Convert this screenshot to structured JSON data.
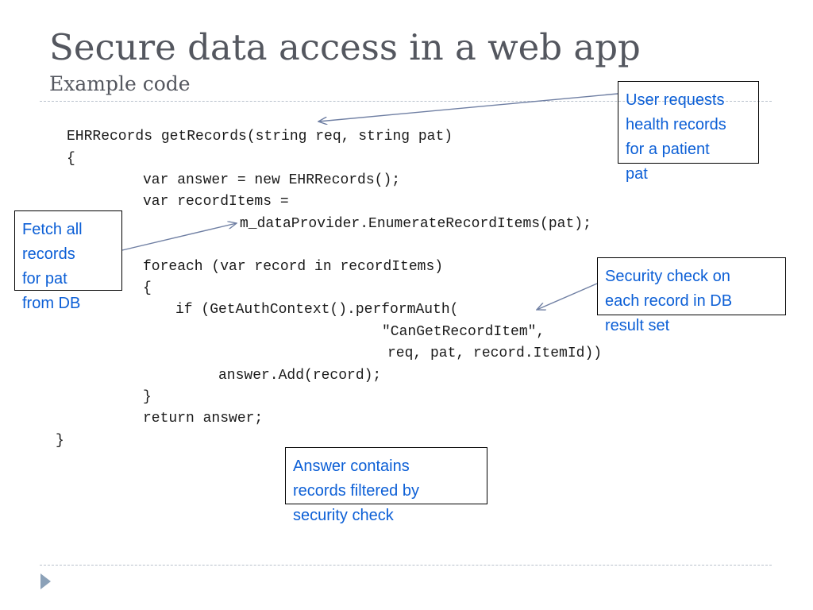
{
  "slide": {
    "title": "Secure data access in a web app",
    "subtitle": "Example code"
  },
  "code": {
    "lines": [
      "EHRRecords getRecords(string req, string pat)",
      "{",
      "var answer = new EHRRecords();",
      "var recordItems =",
      "m_dataProvider.EnumerateRecordItems(pat);",
      "foreach (var record in recordItems)",
      "{",
      "if (GetAuthContext().performAuth(",
      "\"CanGetRecordItem\",",
      "req, pat, record.ItemId))",
      "answer.Add(record);",
      "}",
      "return answer;",
      "}"
    ]
  },
  "callouts": {
    "user_requests": "User requests\nhealth records\nfor a patient\npat",
    "fetch_records": "Fetch all\nrecords\nfor pat\nfrom DB",
    "security_check": "Security check on\neach record in DB\nresult set",
    "answer_contains": "Answer contains\nrecords filtered by\nsecurity check"
  },
  "colors": {
    "title_text": "#54575f",
    "callout_text": "#0c5fd6",
    "connector": "#6f7fa3",
    "nav_arrow": "#8ba1b8"
  },
  "icons": {
    "nav": "slide-nav-arrow-icon"
  }
}
